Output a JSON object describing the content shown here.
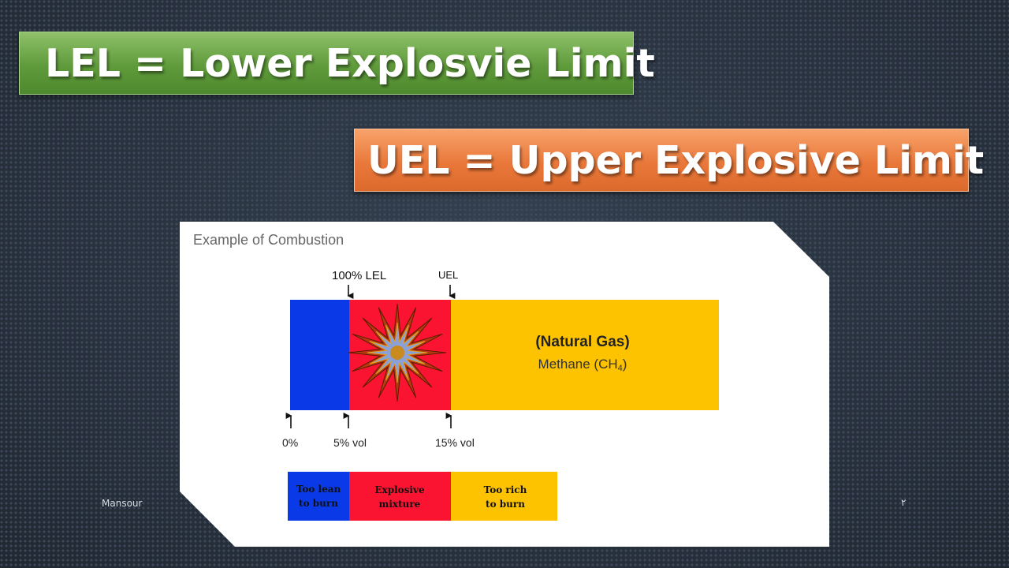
{
  "lel_banner": "LEL = Lower Explosvie Limit",
  "uel_banner": "UEL = Upper Explosive Limit",
  "figure": {
    "title": "Example of Combustion",
    "marker_lel": "100% LEL",
    "marker_uel": "UEL",
    "gas_name": "(Natural Gas)",
    "gas_formula_main": "Methane (CH",
    "gas_formula_sub": "4",
    "gas_formula_end": ")",
    "tick_0": "0%",
    "tick_5": "5% vol",
    "tick_15": "15% vol",
    "legend": {
      "lean_line1": "Too lean",
      "lean_line2": "to burn",
      "explosive_line1": "Explosive",
      "explosive_line2": "mixture",
      "rich_line1": "Too rich",
      "rich_line2": "to burn"
    },
    "colors": {
      "lean": "#0a3ae8",
      "explosive": "#fa1432",
      "rich": "#fec300"
    }
  },
  "footer": {
    "author": "Mansour",
    "page_number": "٢"
  }
}
